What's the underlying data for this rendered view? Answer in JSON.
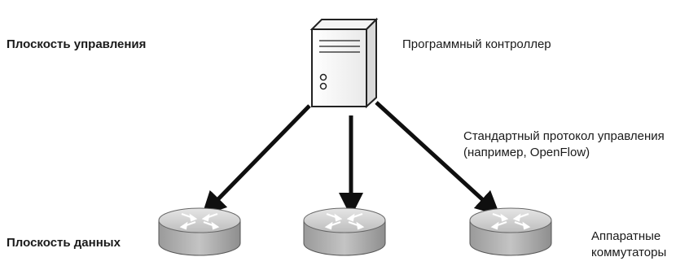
{
  "labels": {
    "control_plane": "Плоскость управления",
    "data_plane": "Плоскость данных",
    "controller": "Программный контроллер",
    "protocol_line1": "Стандартный протокол управления",
    "protocol_line2": "(например, OpenFlow)",
    "switches_line1": "Аппаратные",
    "switches_line2": "коммутаторы"
  },
  "icons": {
    "server": "server-icon",
    "switch": "router-switch-icon",
    "arrow": "arrow-down-icon"
  },
  "colors": {
    "text": "#1a1a1a",
    "arrow": "#0f0f0f",
    "switch_fill": "#c8c8c8",
    "server_fill": "#ffffff"
  }
}
